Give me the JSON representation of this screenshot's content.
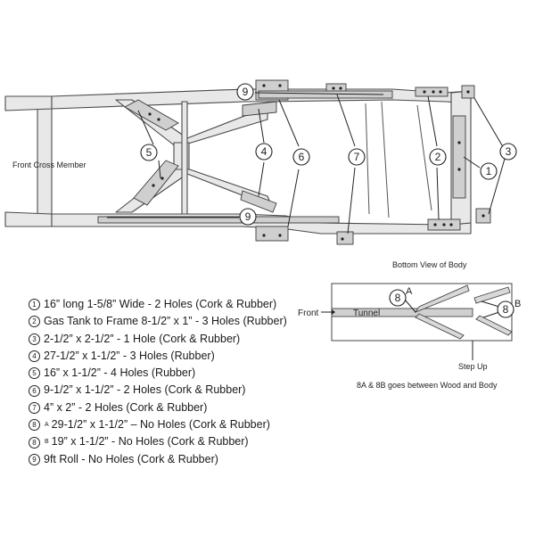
{
  "labels": {
    "front_cross_member": "Front Cross Member",
    "bottom_view": "Bottom View of Body",
    "front": "Front",
    "tunnel": "Tunnel",
    "step_up": "Step Up",
    "note": "8A & 8B goes between Wood and Body"
  },
  "callouts": {
    "c1": "1",
    "c2": "2",
    "c3": "3",
    "c4": "4",
    "c5": "5",
    "c6": "6",
    "c7": "7",
    "c8": "8",
    "c9": "9",
    "a": "A",
    "b": "B"
  },
  "legend": [
    {
      "num": "1",
      "sub": "",
      "text": "16” long 1-5/8” Wide - 2 Holes (Cork & Rubber)"
    },
    {
      "num": "2",
      "sub": "",
      "text": "Gas Tank to Frame 8-1/2” x 1” - 3 Holes (Rubber)"
    },
    {
      "num": "3",
      "sub": "",
      "text": "2-1/2” x 2-1/2” - 1 Hole (Cork & Rubber)"
    },
    {
      "num": "4",
      "sub": "",
      "text": "27-1/2” x 1-1/2” - 3 Holes (Rubber)"
    },
    {
      "num": "5",
      "sub": "",
      "text": "16” x 1-1/2” - 4 Holes (Rubber)"
    },
    {
      "num": "6",
      "sub": "",
      "text": "9-1/2” x 1-1/2” - 2 Holes (Cork & Rubber)"
    },
    {
      "num": "7",
      "sub": "",
      "text": "4” x 2” - 2 Holes (Cork & Rubber)"
    },
    {
      "num": "8",
      "sub": "A",
      "text": "29-1/2” x 1-1/2” – No Holes (Cork & Rubber)"
    },
    {
      "num": "8",
      "sub": "B",
      "text": "19” x 1-1/2” - No Holes (Cork & Rubber)"
    },
    {
      "num": "9",
      "sub": "",
      "text": "9ft Roll - No Holes (Cork & Rubber)"
    }
  ]
}
